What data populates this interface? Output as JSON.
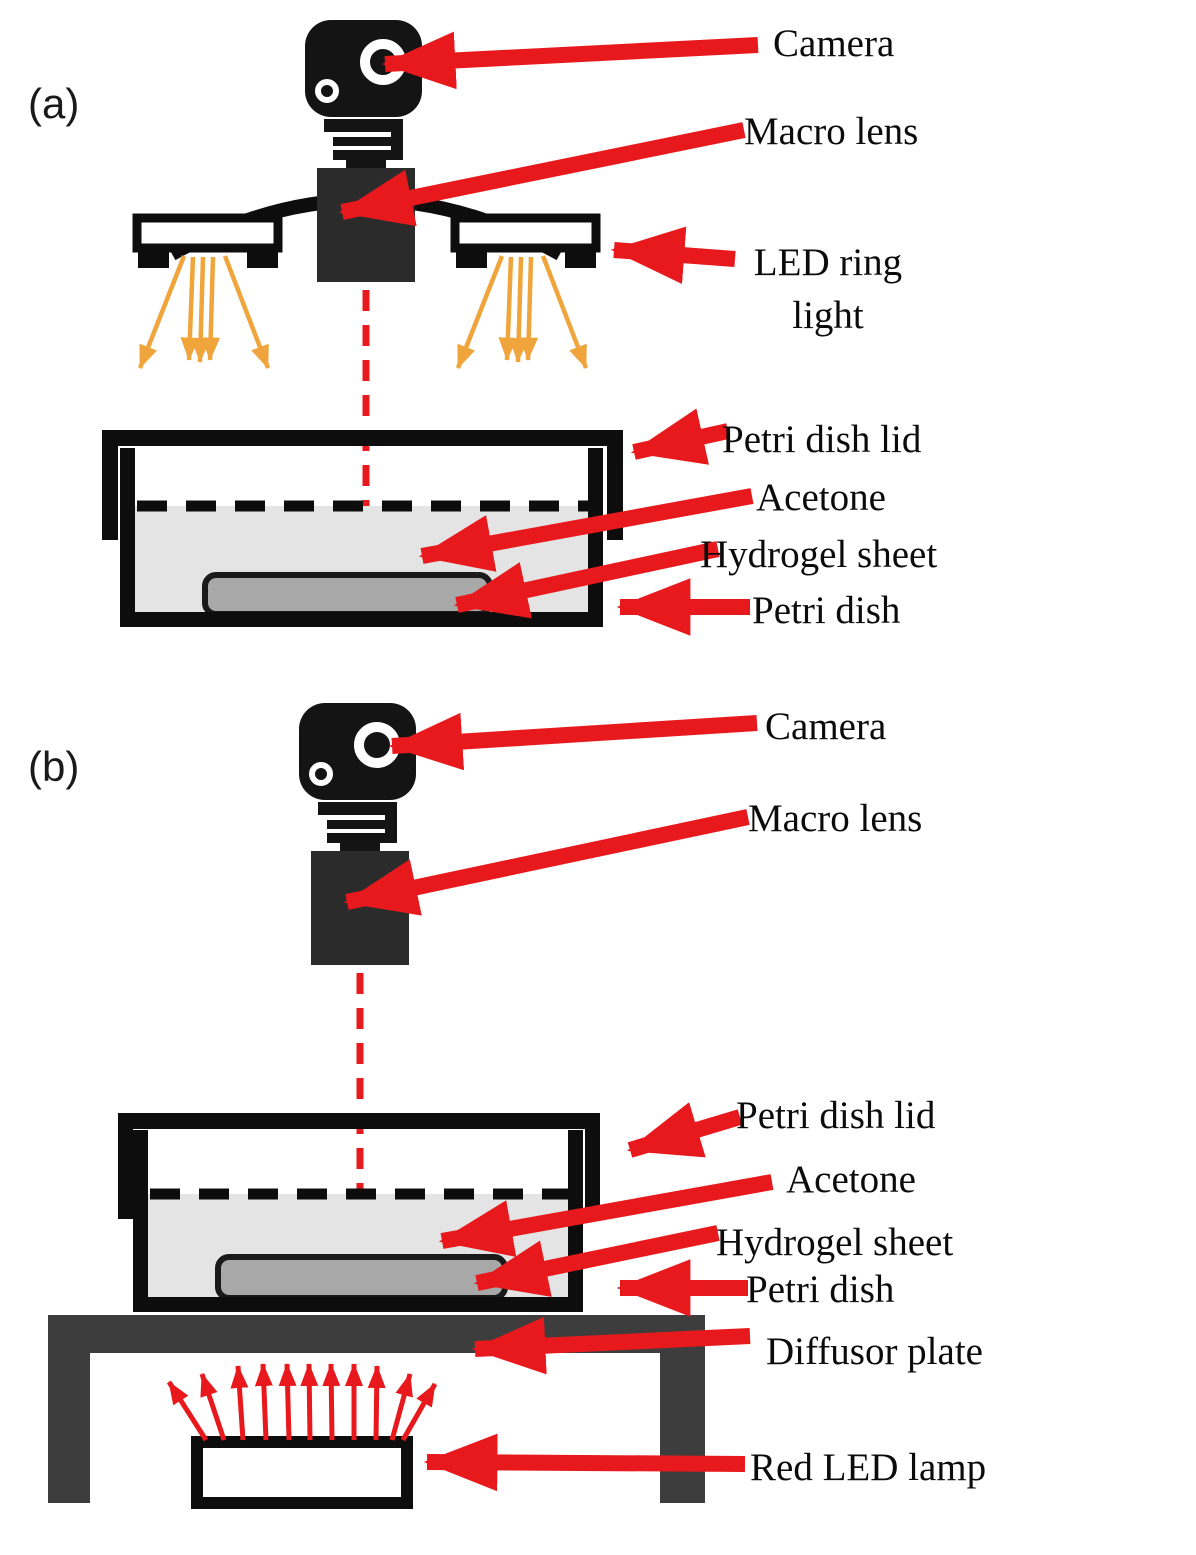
{
  "panel_a": {
    "panel_label": "(a)",
    "labels": {
      "camera": "Camera",
      "macro_lens": "Macro lens",
      "led_ring_light_1": "LED ring",
      "led_ring_light_2": "light",
      "petri_dish_lid": "Petri dish lid",
      "acetone": "Acetone",
      "hydrogel_sheet": "Hydrogel sheet",
      "petri_dish": "Petri dish"
    }
  },
  "panel_b": {
    "panel_label": "(b)",
    "labels": {
      "camera": "Camera",
      "macro_lens": "Macro lens",
      "petri_dish_lid": "Petri dish lid",
      "acetone": "Acetone",
      "hydrogel_sheet": "Hydrogel sheet",
      "petri_dish": "Petri dish",
      "diffusor_plate": "Diffusor plate",
      "red_led_lamp": "Red LED lamp"
    }
  },
  "colors": {
    "arrow_red": "#E8191C",
    "ray_orange": "#F0A43C",
    "lens_gray": "#2B2B2B",
    "stand_gray": "#3D3D3D",
    "acetone_gray": "#E4E4E4",
    "hydrogel_gray": "#A8A8A8",
    "outline_black": "#111111"
  }
}
